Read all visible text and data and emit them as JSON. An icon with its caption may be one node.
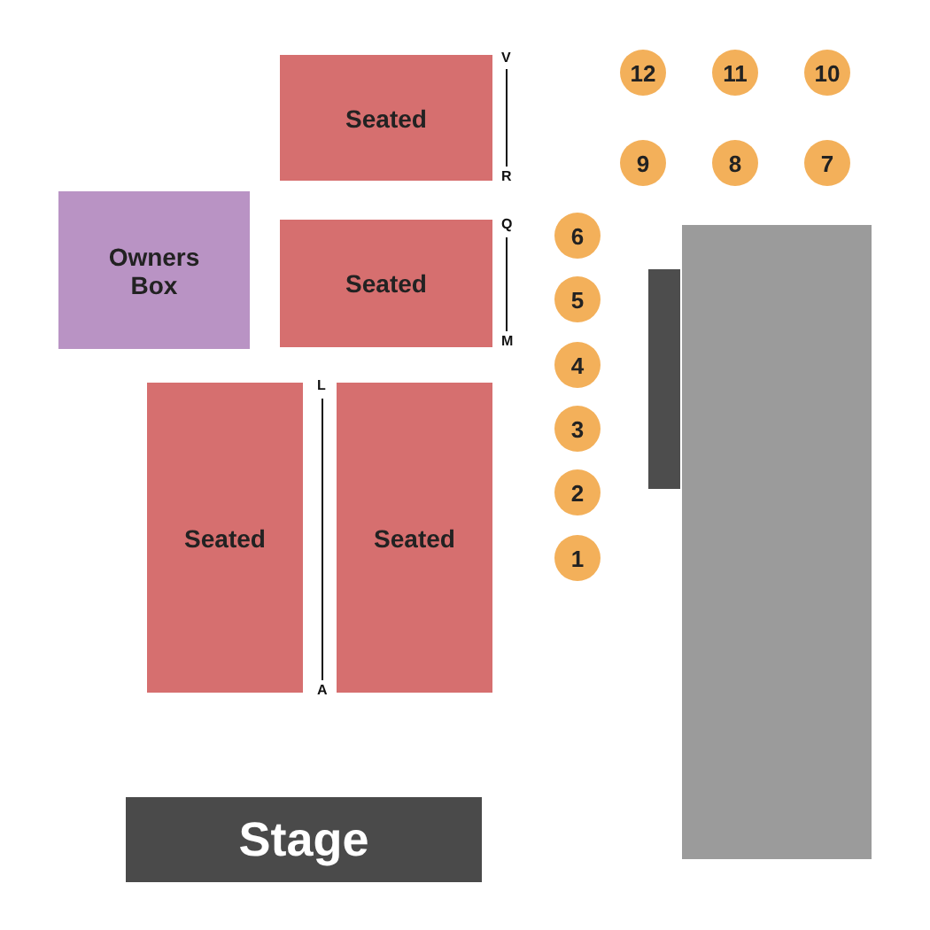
{
  "diagram": {
    "nodes": [
      {
        "text": [
          "Seated"
        ]
      },
      {
        "text": [
          "12"
        ]
      },
      {
        "text": [
          "11"
        ]
      },
      {
        "text": [
          "10"
        ]
      },
      {
        "text": [
          "9"
        ]
      },
      {
        "text": [
          "8"
        ]
      },
      {
        "text": [
          "7"
        ]
      },
      {
        "text": [
          "Owners Box"
        ]
      },
      {
        "text": [
          "Seated"
        ]
      },
      {
        "text": [
          "6"
        ]
      },
      {
        "text": [],
        "shape": "box"
      },
      {
        "text": [],
        "shape": "box"
      },
      {
        "text": [
          "5"
        ]
      },
      {
        "text": [
          "4"
        ]
      },
      {
        "text": [
          "Seated"
        ]
      },
      {
        "text": [
          "Seated"
        ]
      },
      {
        "text": [
          "3"
        ]
      },
      {
        "text": [
          "2"
        ]
      },
      {
        "text": [
          "1"
        ]
      },
      {
        "text": [
          "Stage"
        ]
      }
    ],
    "edges": [],
    "labels": [
      "V",
      "R",
      "Q",
      "M",
      "L",
      "A"
    ]
  }
}
